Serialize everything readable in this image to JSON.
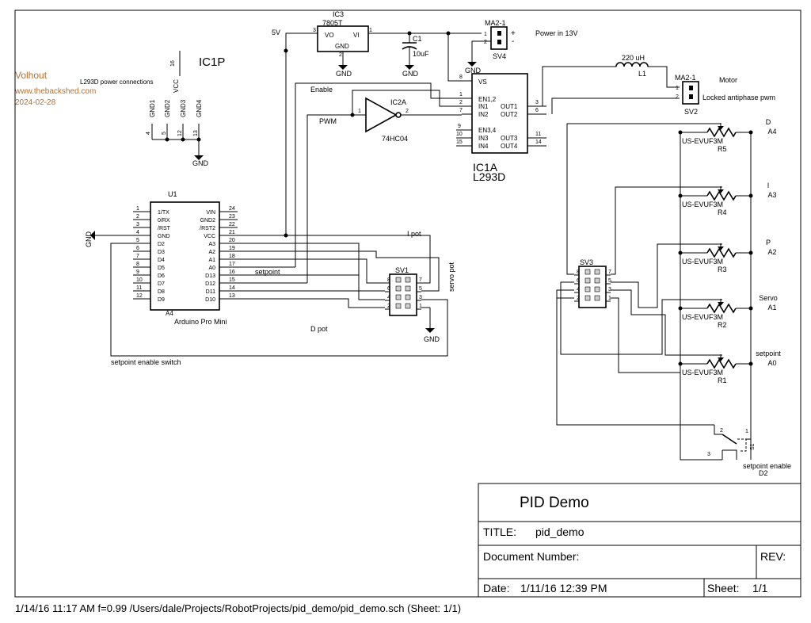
{
  "watermark": {
    "author": "Volhout",
    "site": "www.thebackshed.com",
    "date": "2024-02-28"
  },
  "footer": {
    "text": "1/14/16 11:17 AM  f=0.99  /Users/dale/Projects/RobotProjects/pid_demo/pid_demo.sch (Sheet: 1/1)"
  },
  "title_block": {
    "heading": "PID Demo",
    "title_label": "TITLE:",
    "title_value": "pid_demo",
    "docnum_label": "Document Number:",
    "rev_label": "REV:",
    "date_label": "Date:",
    "date_value": "1/11/16 12:39 PM",
    "sheet_label": "Sheet:",
    "sheet_value": "1/1"
  },
  "regulator": {
    "ref": "IC3",
    "part": "7805T",
    "pin_vo": "VO",
    "pin_vi": "VI",
    "pin_gnd": "GND",
    "pin3": "3",
    "pin1": "1",
    "pin_gnd_num": "2",
    "net_5v": "5V",
    "gnd1": "GND"
  },
  "capacitor": {
    "ref": "C1",
    "value": "10uF",
    "gnd": "GND"
  },
  "power_connector": {
    "part": "MA2-1",
    "ref": "SV4",
    "pin1": "1",
    "pin2": "2",
    "plus": "+",
    "minus": "-",
    "label": "Power in 13V",
    "gnd": "GND"
  },
  "ic1p": {
    "name": "IC1P",
    "caption": "L293D power connections",
    "vcc": "VCC",
    "vcc_pin": "16",
    "gnd_names": [
      "GND1",
      "GND2",
      "GND3",
      "GND4"
    ],
    "gnd_pins": [
      "4",
      "5",
      "12",
      "13"
    ],
    "gnd": "GND"
  },
  "driver": {
    "ref": "IC1A",
    "part": "L293D",
    "vs": "VS",
    "en12": "EN1,2",
    "in1": "IN1",
    "in2": "IN2",
    "en34": "EN3,4",
    "in3": "IN3",
    "in4": "IN4",
    "out1": "OUT1",
    "out2": "OUT2",
    "out3": "OUT3",
    "out4": "OUT4",
    "left_pins": [
      "8",
      "1",
      "2",
      "7",
      "9",
      "10",
      "15"
    ],
    "right_pins": [
      "3",
      "6",
      "11",
      "14"
    ]
  },
  "inductor": {
    "value": "220 uH",
    "ref": "L1"
  },
  "motor_connector": {
    "part": "MA2-1",
    "label": "Motor",
    "sublabel": "Locked antiphase pwm",
    "ref": "SV2",
    "pin1": "1",
    "pin2": "2"
  },
  "inverter": {
    "ref": "IC2A",
    "part": "74HC04",
    "pin_in": "1",
    "pin_out": "2"
  },
  "nets": {
    "enable": "Enable",
    "pwm": "PWM",
    "setpoint": "setpoint",
    "i_pot": "I pot",
    "d_pot": "D pot",
    "servo_pot": "servo pot",
    "setpoint_switch": "setpoint enable switch",
    "gnd_left": "GND",
    "gnd_sv1": "GND"
  },
  "arduino": {
    "ref": "U1",
    "part": "Arduino Pro Mini",
    "a4": "A4",
    "left_pins": [
      "1",
      "2",
      "3",
      "4",
      "5",
      "6",
      "7",
      "8",
      "9",
      "10",
      "11",
      "12"
    ],
    "left_names": [
      "1/TX",
      "0/RX",
      "/RST",
      "GND",
      "D2",
      "D3",
      "D4",
      "D5",
      "D6",
      "D7",
      "D8",
      "D9"
    ],
    "right_pins": [
      "24",
      "23",
      "22",
      "21",
      "20",
      "19",
      "18",
      "17",
      "16",
      "15",
      "14",
      "13"
    ],
    "right_names": [
      "VIN",
      "GND2",
      "/RST2",
      "VCC",
      "A3",
      "A2",
      "A1",
      "A0",
      "D13",
      "D12",
      "D11",
      "D10"
    ]
  },
  "sv1": {
    "ref": "SV1",
    "left_pins": [
      "8",
      "6",
      "4",
      "2"
    ],
    "right_pins": [
      "7",
      "5",
      "3",
      "1"
    ]
  },
  "sv3": {
    "ref": "SV3",
    "left_pins": [
      "8",
      "6",
      "4",
      "2"
    ],
    "right_pins": [
      "7",
      "5",
      "3",
      "1"
    ]
  },
  "pots": [
    {
      "part": "US-EVUF3M",
      "ref": "R5",
      "label": "D",
      "pin": "A4"
    },
    {
      "part": "US-EVUF3M",
      "ref": "R4",
      "label": "I",
      "pin": "A3"
    },
    {
      "part": "US-EVUF3M",
      "ref": "R3",
      "label": "P",
      "pin": "A2"
    },
    {
      "part": "US-EVUF3M",
      "ref": "R2",
      "label": "Servo",
      "pin": "A1"
    },
    {
      "part": "US-EVUF3M",
      "ref": "R1",
      "label": "setpoint",
      "pin": "A0"
    }
  ],
  "switch": {
    "ref": "S1",
    "label": "setpoint enable",
    "pin": "D2",
    "pin1": "1",
    "pin2": "2",
    "pin3": "3"
  }
}
